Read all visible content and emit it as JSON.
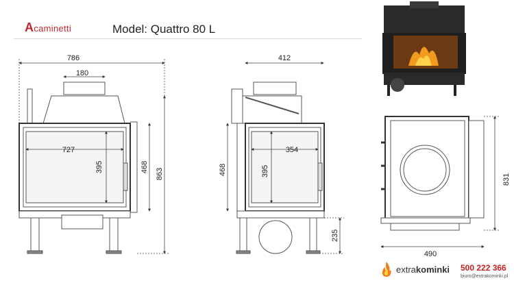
{
  "header": {
    "brand_name": "caminetti",
    "brand_letter": "A",
    "model_title": "Model: Quattro 80 L"
  },
  "dimensions": {
    "front_width": "786",
    "front_top": "180",
    "front_glass_width": "727",
    "front_glass_height": "395",
    "front_door_height": "468",
    "front_total_height": "863",
    "side_width": "412",
    "side_glass_width": "354",
    "side_glass_height": "395",
    "side_door_height": "468",
    "side_leg_height": "235",
    "top_depth": "831",
    "top_width": "490"
  },
  "footer": {
    "shop_name_light": "extra",
    "shop_name_bold": "kominki",
    "phone": "500 222 366",
    "email": "biuro@extrakominki.pl"
  },
  "colors": {
    "brand": "#c0262d",
    "phone": "#c81e1e",
    "line": "#555555",
    "glass": "#f4f4f4"
  }
}
